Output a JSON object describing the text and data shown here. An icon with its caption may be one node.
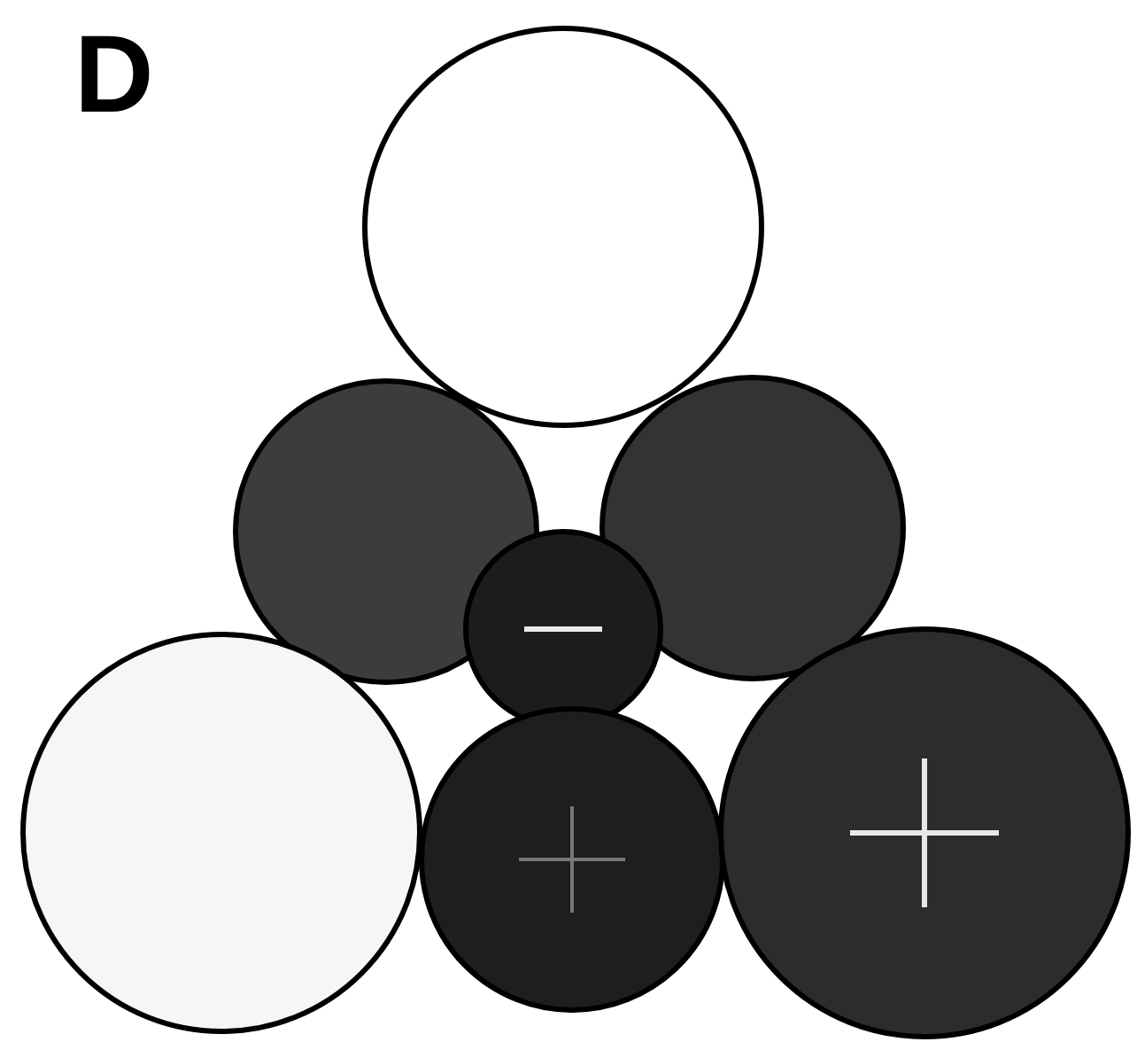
{
  "diagram": {
    "nodes": [
      {
        "text": [],
        "shape": "circle"
      },
      {
        "text": [],
        "shape": "circle"
      },
      {
        "text": [],
        "shape": "circle"
      },
      {
        "text": [],
        "shape": "circle"
      },
      {
        "text": [],
        "shape": "circle"
      },
      {
        "text": [],
        "shape": "circle"
      },
      {
        "text": [],
        "shape": "circle"
      }
    ],
    "labels": [
      "D"
    ]
  }
}
